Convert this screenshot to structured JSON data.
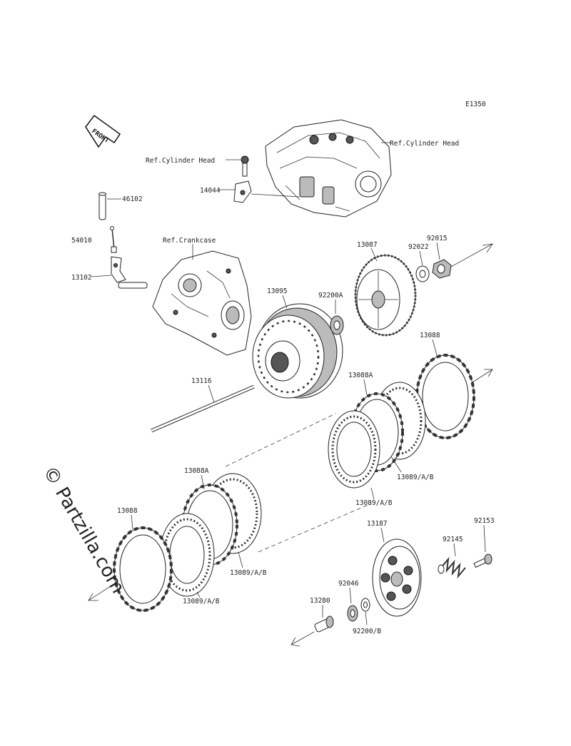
{
  "figure_id": "E1350",
  "watermark": "© Partzilla.com",
  "front_label": "FRONT",
  "labels": {
    "ref_cylinder_head_right": "Ref.Cylinder Head",
    "ref_cylinder_head_left": "Ref.Cylinder Head",
    "p14044": "14044",
    "p46102": "46102",
    "p54010": "54010",
    "p13102": "13102",
    "ref_crankcase": "Ref.Crankcase",
    "p13095": "13095",
    "p13087": "13087",
    "p92022": "92022",
    "p92015": "92015",
    "p92200A": "92200A",
    "p13088_top": "13088",
    "p13088A_top": "13088A",
    "p13116": "13116",
    "p13089AB_mid": "13089/A/B",
    "p13089AB_top": "13089/A/B",
    "p13088A_low": "13088A",
    "p13088_low": "13088",
    "p13089AB_low1": "13089/A/B",
    "p13089AB_low2": "13089/A/B",
    "p13187": "13187",
    "p92145": "92145",
    "p92153": "92153",
    "p92046": "92046",
    "p13280": "13280",
    "p92200B": "92200/B"
  }
}
